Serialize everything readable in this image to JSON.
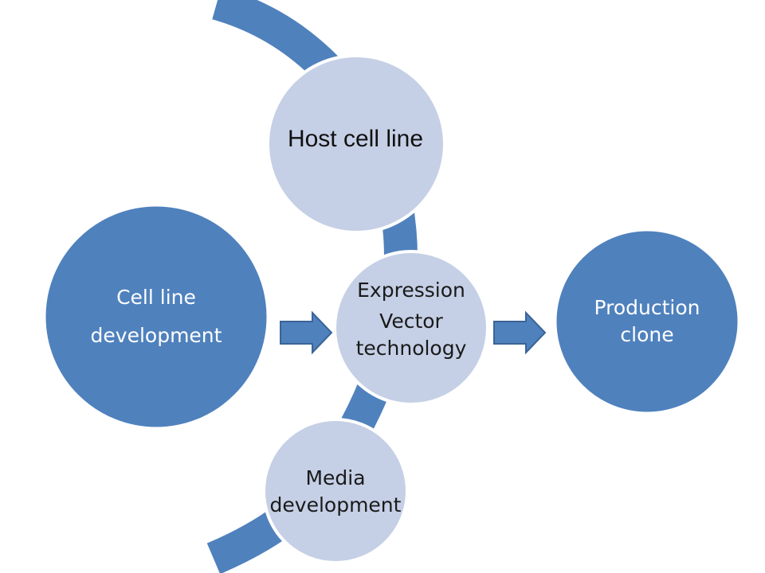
{
  "nodes": {
    "cell_line_development": {
      "line1": "Cell line",
      "line2": "development"
    },
    "host_cell_line": {
      "label": "Host cell line"
    },
    "expression_vector": {
      "line1": "Expression",
      "line2": "Vector",
      "line3": "technology"
    },
    "media_development": {
      "line1": "Media",
      "line2": "development"
    },
    "production_clone": {
      "line1": "Production",
      "line2": "clone"
    }
  },
  "colors": {
    "dark_blue": "#4f81bd",
    "light_blue": "#c5d0e6",
    "arc": "#4f81bd",
    "stroke": "#ffffff"
  }
}
